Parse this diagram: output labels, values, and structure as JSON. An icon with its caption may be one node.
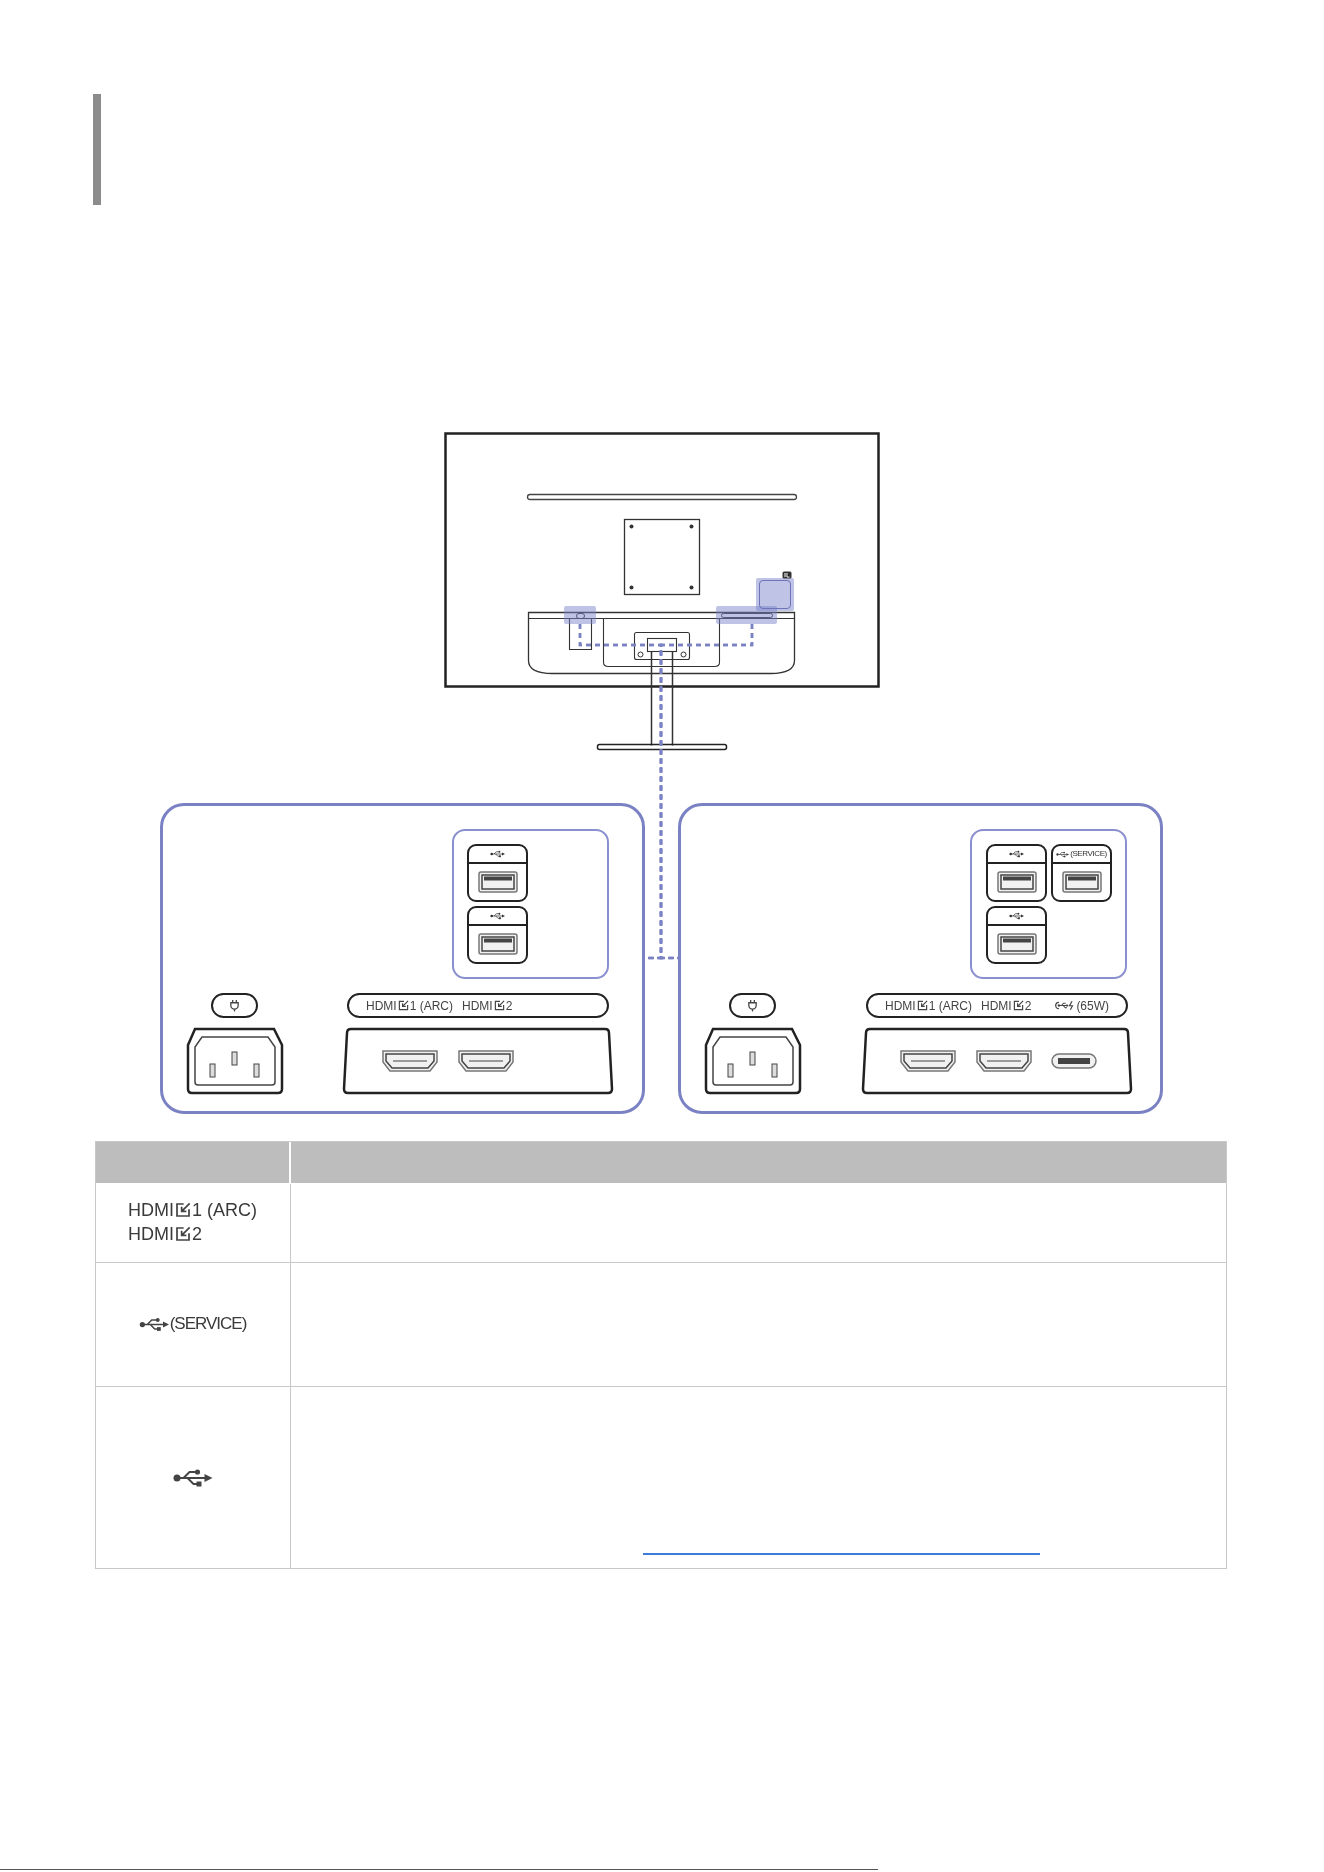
{
  "diagram": {
    "nodes": [
      {
        "text": [],
        "shape": "box"
      },
      {
        "text": [],
        "shape": "box"
      },
      {
        "text": [],
        "shape": "box"
      },
      {
        "text": [],
        "shape": "box"
      },
      {
        "text": [],
        "shape": "box",
        "in": 3
      },
      {
        "text": [],
        "shape": "box",
        "in": 4
      },
      {
        "text": [],
        "shape": "box",
        "in": 4
      },
      {
        "text": [],
        "shape": "box",
        "in": 3
      },
      {
        "text": [
          "HDMI",
          "1 (ARC)",
          "HDMI",
          "2"
        ],
        "in": 3
      },
      {
        "text": [],
        "shape": "box"
      },
      {
        "text": [],
        "shape": "box",
        "in": 9
      },
      {
        "text": [],
        "shape": "box",
        "in": 10
      },
      {
        "text": [
          "(SERVICE)"
        ],
        "in": 10
      },
      {
        "text": [],
        "shape": "box",
        "in": 10
      },
      {
        "text": [],
        "shape": "box",
        "in": 9
      },
      {
        "text": [
          "HDMI",
          "1 (ARC)",
          "HDMI",
          "2",
          "(65W)"
        ],
        "in": 9
      }
    ],
    "edges": [
      {
        "from": 0,
        "to": 3,
        "arrow": "none",
        "style": "dashed"
      },
      {
        "from": 0,
        "to": 9,
        "arrow": "none",
        "style": "dashed"
      },
      {
        "from": 1,
        "to": 3,
        "arrow": "none",
        "style": "dashed"
      },
      {
        "from": 1,
        "to": 9,
        "arrow": "none",
        "style": "dashed"
      }
    ],
    "labels": [
      "HDMI",
      "1 (ARC)",
      "HDMI",
      "2",
      "(SERVICE)"
    ]
  }
}
